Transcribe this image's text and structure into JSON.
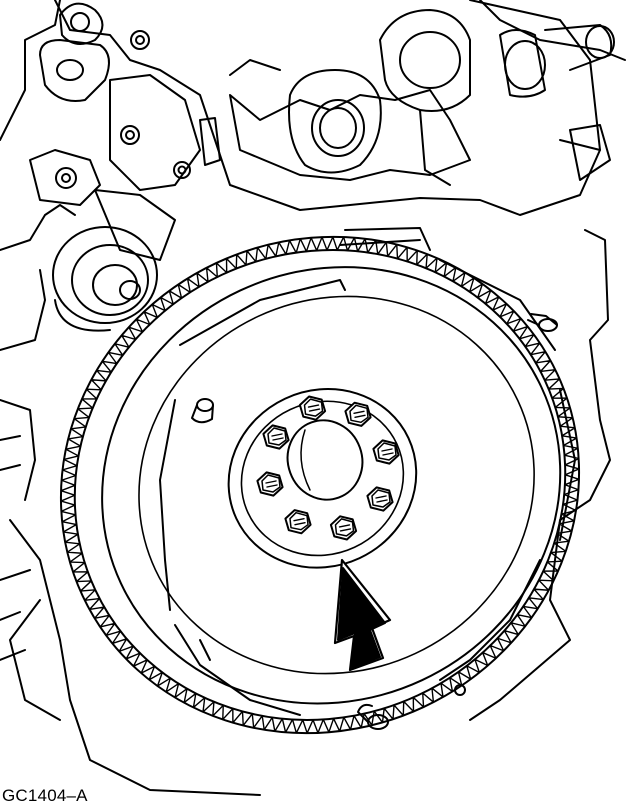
{
  "figure": {
    "caption": "GC1404–A"
  },
  "style": {
    "line_color": "#000000",
    "background": "#ffffff"
  },
  "flywheel": {
    "bolt_count": 8,
    "ring_gear_teeth": 150
  }
}
